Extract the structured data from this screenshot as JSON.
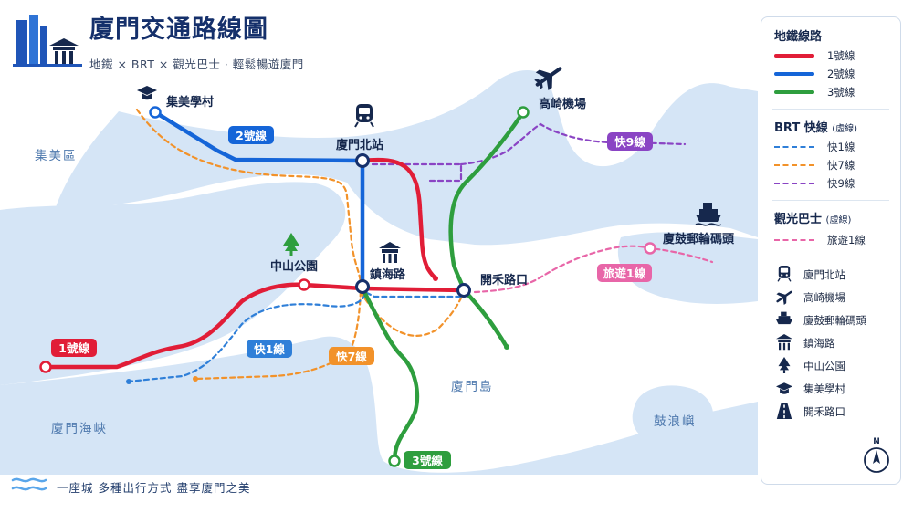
{
  "header": {
    "title": "廈門交通路線圖",
    "subtitle": "地鐵 × BRT × 觀光巴士 · 輕鬆暢遊廈門"
  },
  "footer": {
    "text": "一座城 多種出行方式 盡享廈門之美"
  },
  "regions": {
    "jimei": "集美區",
    "xiamen_strait": "廈門海峽",
    "xiamen_island": "廈門島",
    "gulangyu": "鼓浪嶼"
  },
  "stations": {
    "jimei_school": "集美學村",
    "xiamen_north": "廈門北站",
    "gaoqi_airport": "高崎機場",
    "zhongshan_park": "中山公園",
    "zhenhai_road": "鎮海路",
    "kaihe_road": "開禾路口",
    "gulang_pier": "廈鼓郵輪碼頭"
  },
  "line_badges": {
    "line1": "1號線",
    "line2": "2號線",
    "line3": "3號線",
    "brt1": "快1線",
    "brt7": "快7線",
    "brt9": "快9線",
    "tour1": "旅遊1線"
  },
  "colors": {
    "line1": "#e11d37",
    "line2": "#1565d8",
    "line3": "#2e9e3e",
    "brt1": "#2f7fd8",
    "brt7": "#f2922a",
    "brt9": "#8a44c4",
    "tour1": "#e866a8",
    "water": "#d5e5f6",
    "title": "#15306b"
  },
  "legend": {
    "metro_title": "地鐵線路",
    "metro": [
      "1號線",
      "2號線",
      "3號線"
    ],
    "brt_title": "BRT 快線",
    "brt_note": "(虛線)",
    "brt": [
      "快1線",
      "快7線",
      "快9線"
    ],
    "tour_title": "觀光巴士",
    "tour_note": "(虛線)",
    "tour": [
      "旅遊1線"
    ],
    "places": [
      {
        "icon": "train-icon",
        "label": "廈門北站"
      },
      {
        "icon": "airplane-icon",
        "label": "高崎機場"
      },
      {
        "icon": "ship-icon",
        "label": "廈鼓郵輪碼頭"
      },
      {
        "icon": "pavilion-icon",
        "label": "鎮海路"
      },
      {
        "icon": "tree-icon",
        "label": "中山公園"
      },
      {
        "icon": "graduation-cap-icon",
        "label": "集美學村"
      },
      {
        "icon": "road-icon",
        "label": "開禾路口"
      }
    ]
  },
  "compass": {
    "north": "N"
  }
}
